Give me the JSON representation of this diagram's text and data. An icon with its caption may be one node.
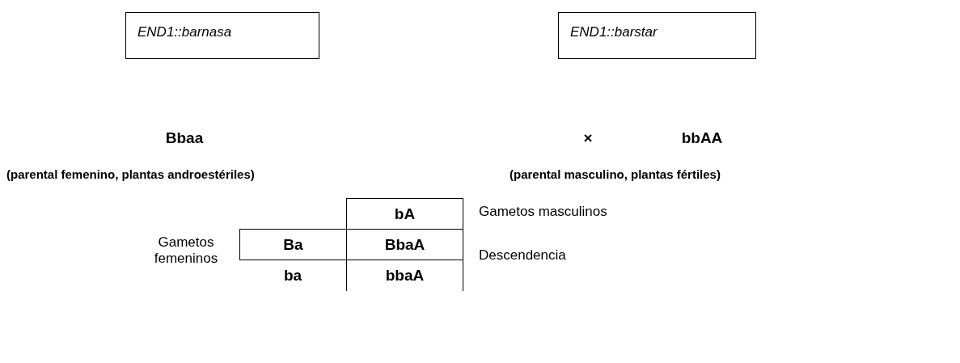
{
  "diagram": {
    "nodes": [
      {
        "text": [
          "END1::barnasa"
        ]
      },
      {
        "text": [
          "END1::barstar"
        ]
      }
    ],
    "labels": [
      "Bbaa",
      "×",
      "bbAA",
      "(parental femenino, plantas androestériles)",
      "(parental masculino, plantas fértiles)",
      "bA",
      "Gametos masculinos",
      "Gametos femeninos",
      "Ba",
      "BbaA",
      "Descendencia",
      "ba",
      "bbaA"
    ]
  }
}
